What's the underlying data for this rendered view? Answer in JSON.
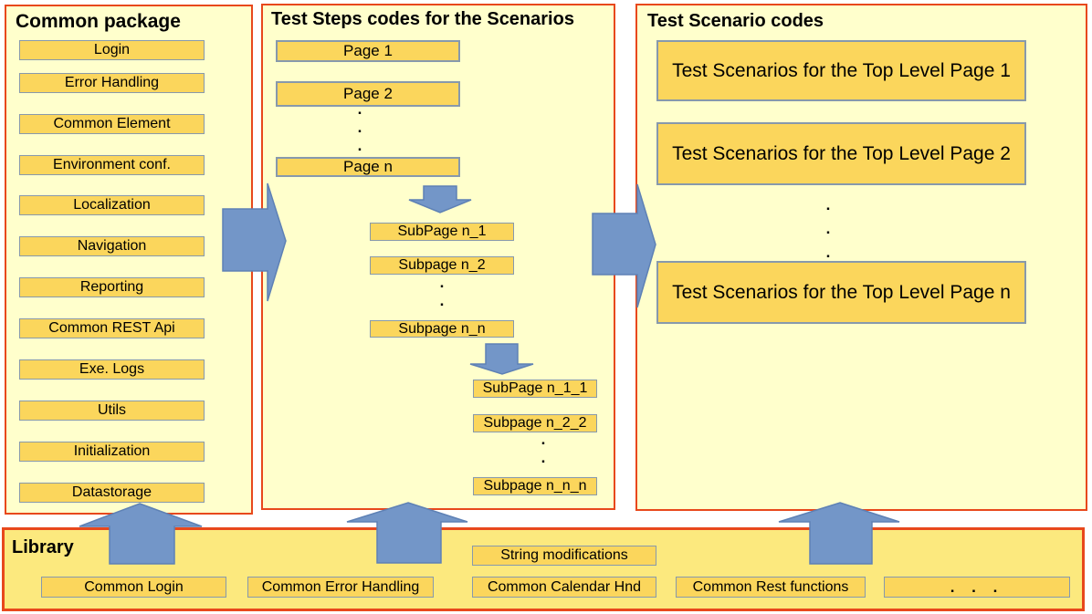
{
  "colors": {
    "panel_background": "#FFFFCC",
    "library_background": "#FCE97E",
    "box_fill": "#FBD65C",
    "box_border": "#8799AC",
    "panel_border": "#E8481C",
    "arrow_fill": "#7396C8",
    "arrow_border": "#5E81B5",
    "text": "#000000"
  },
  "ellipsis_vertical": ".\n.\n.",
  "arrows": [
    "common-to-test-steps",
    "test-steps-to-scenarios",
    "page-n-to-subpages",
    "subpage-n-to-subsubpages",
    "library-to-common",
    "library-to-test-steps",
    "library-to-scenarios"
  ],
  "panels": {
    "common_package": {
      "title": "Common package",
      "items": [
        "Login",
        "Error Handling",
        "Common Element",
        "Environment conf.",
        "Localization",
        "Navigation",
        "Reporting",
        "Common REST Api",
        "Exe. Logs",
        "Utils",
        "Initialization",
        "Datastorage"
      ]
    },
    "test_steps": {
      "title": "Test Steps codes for the Scenarios",
      "pages": [
        "Page 1",
        "Page 2",
        "Page n"
      ],
      "subpages": [
        "SubPage n_1",
        "Subpage n_2",
        "Subpage n_n"
      ],
      "subsubpages": [
        "SubPage n_1_1",
        "Subpage n_2_2",
        "Subpage n_n_n"
      ]
    },
    "test_scenarios": {
      "title": "Test Scenario codes",
      "items": [
        "Test Scenarios for the Top Level Page 1",
        "Test Scenarios for the Top Level Page 2",
        "Test Scenarios for the Top Level Page n"
      ]
    },
    "library": {
      "title": "Library",
      "string_modifications": "String modifications",
      "items": [
        "Common Login",
        "Common Error Handling",
        "Common Calendar Hnd",
        "Common Rest functions",
        ". . ."
      ]
    }
  }
}
